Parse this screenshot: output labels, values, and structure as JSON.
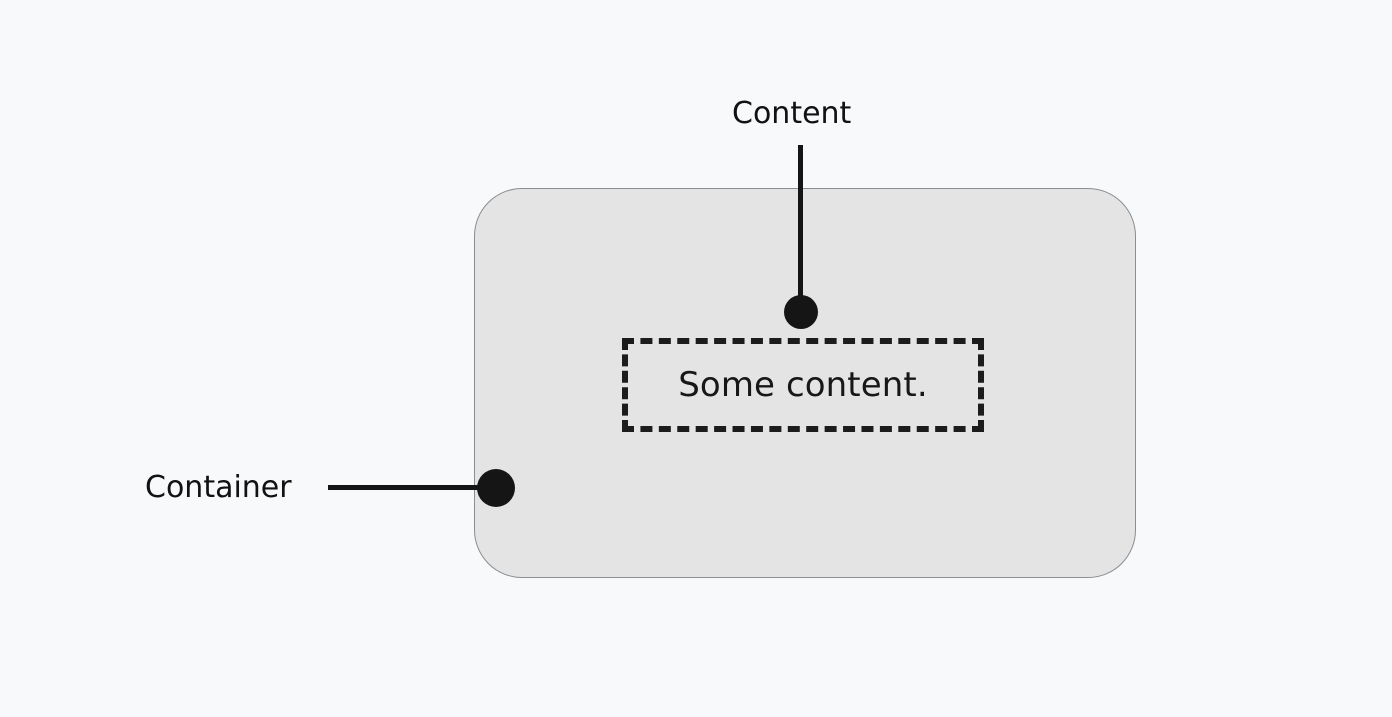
{
  "diagram": {
    "type": "annotated-box-diagram",
    "background_color": "#f7f9fb",
    "annotations": [
      {
        "id": "content",
        "label": "Content",
        "target": "content-box",
        "leader_orientation": "vertical"
      },
      {
        "id": "container",
        "label": "Container",
        "target": "container-box",
        "leader_orientation": "horizontal"
      }
    ],
    "container": {
      "label": "Container",
      "fill_color": "#e4e4e4",
      "border_color": "#8a8d91",
      "corner_radius": "48px"
    },
    "content": {
      "label": "Content",
      "text": "Some content.",
      "border_style": "dashed",
      "border_color": "#1c1c1c"
    },
    "marker_color": "#151515"
  }
}
